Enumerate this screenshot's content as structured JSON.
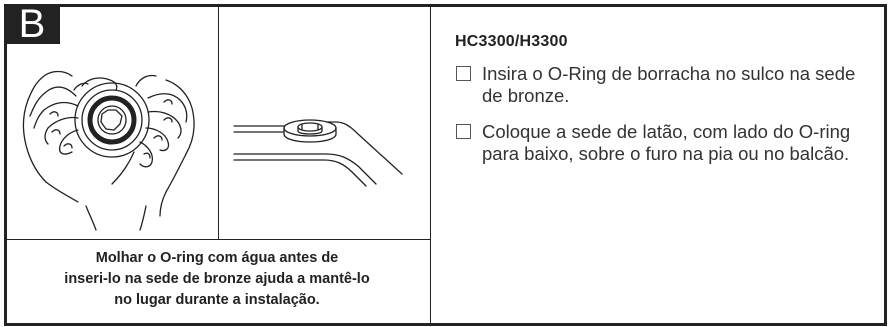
{
  "section_badge": "B",
  "left": {
    "caption_lines": [
      "Molhar o O-ring com água antes de",
      "inseri-lo na sede de bronze ajuda a mantê-lo",
      "no lugar durante a instalação."
    ]
  },
  "right": {
    "model": "HC3300/H3300",
    "steps": [
      {
        "checkbox_icon": "checkbox-empty-icon",
        "text": "Insira o O-Ring de borracha no sulco na sede de bronze."
      },
      {
        "checkbox_icon": "checkbox-empty-icon",
        "text": "Coloque a sede de latão, com lado do O-ring para baixo, sobre o furo na pia ou no balcão."
      }
    ]
  },
  "colors": {
    "ink": "#222222",
    "background": "#ffffff"
  }
}
